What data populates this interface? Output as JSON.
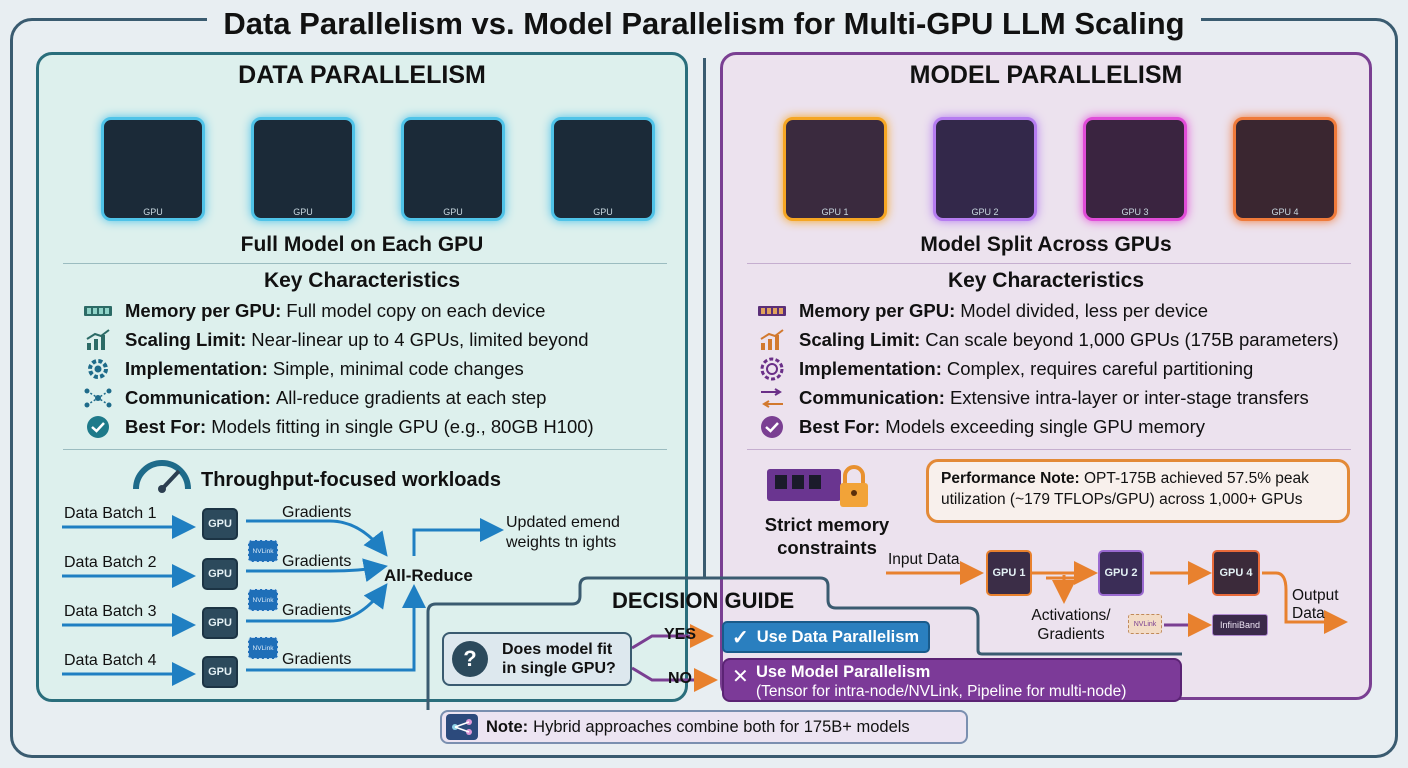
{
  "title": "Data Parallelism vs. Model Parallelism for Multi-GPU LLM Scaling",
  "data_parallelism": {
    "heading": "DATA PARALLELISM",
    "gpu_labels": [
      "GPU",
      "GPU",
      "GPU",
      "GPU"
    ],
    "subtitle": "Full Model on Each GPU",
    "kc_title": "Key Characteristics",
    "characteristics": [
      {
        "icon": "memory-module-icon",
        "label": "Memory per GPU:",
        "text": "Full model copy on each device"
      },
      {
        "icon": "bar-chart-icon",
        "label": "Scaling Limit:",
        "text": "Near-linear up to 4 GPUs, limited beyond"
      },
      {
        "icon": "gear-icon",
        "label": "Implementation:",
        "text": "Simple, minimal code changes"
      },
      {
        "icon": "network-icon",
        "label": "Communication:",
        "text": "All-reduce gradients at each step"
      },
      {
        "icon": "check-circle-icon",
        "label": "Best For:",
        "text": "Models fitting in single GPU (e.g., 80GB H100)"
      }
    ],
    "workload": "Throughput-focused workloads",
    "flow": {
      "batches": [
        "Data Batch 1",
        "Data Batch 2",
        "Data Batch 3",
        "Data Batch 4"
      ],
      "gpu": "GPU",
      "gradients": "Gradients",
      "nvlink": "NVLink",
      "all_reduce": "All-Reduce",
      "updated_line1": "Updated emend",
      "updated_line2": "weights tn ights"
    }
  },
  "model_parallelism": {
    "heading": "MODEL PARALLELISM",
    "gpu_labels": [
      "GPU 1",
      "GPU 2",
      "GPU 3",
      "GPU 4"
    ],
    "subtitle": "Model Split Across GPUs",
    "kc_title": "Key Characteristics",
    "characteristics": [
      {
        "icon": "memory-module-icon",
        "label": "Memory per GPU:",
        "text": "Model divided, less per device"
      },
      {
        "icon": "bar-chart-icon",
        "label": "Scaling Limit:",
        "text": "Can scale beyond 1,000 GPUs (175B parameters)"
      },
      {
        "icon": "network-gear-icon",
        "label": "Implementation:",
        "text": "Complex, requires careful partitioning"
      },
      {
        "icon": "transfer-icon",
        "label": "Communication:",
        "text": "Extensive intra-layer or inter-stage transfers"
      },
      {
        "icon": "check-circle-icon",
        "label": "Best For:",
        "text": "Models exceeding single GPU memory"
      }
    ],
    "constraint_line1": "Strict memory",
    "constraint_line2": "constraints",
    "perf_label": "Performance Note:",
    "perf_text": "OPT-175B achieved 57.5% peak utilization (~179 TFLOPs/GPU) across 1,000+ GPUs",
    "pipeline": {
      "input": "Input Data",
      "gpus": [
        "GPU 1",
        "GPU 2",
        "GPU 4"
      ],
      "activations_line1": "Activations/",
      "activations_line2": "Gradients",
      "nvlink": "NVLink",
      "infiniband": "InfiniBand",
      "output_line1": "Output",
      "output_line2": "Data"
    }
  },
  "decision_guide": {
    "title": "DECISION GUIDE",
    "question_mark": "?",
    "question_line1": "Does model fit",
    "question_line2": "in single GPU?",
    "yes": "YES",
    "no": "NO",
    "yes_action": "Use Data Parallelism",
    "no_action": "Use Model Parallelism",
    "no_detail": "(Tensor for intra-node/NVLink, Pipeline for multi-node)"
  },
  "note": {
    "label": "Note:",
    "text": "Hybrid approaches combine both for 175B+ models"
  },
  "colors": {
    "data_accent": "#2a6e7c",
    "data_bg": "#ddf0ed",
    "model_accent": "#7a3f92",
    "model_bg": "#ece2ee",
    "arrow_blue": "#1f7fc2",
    "arrow_orange": "#e8812e",
    "yes_button": "#2a7fbf",
    "no_button": "#7c3a98"
  }
}
